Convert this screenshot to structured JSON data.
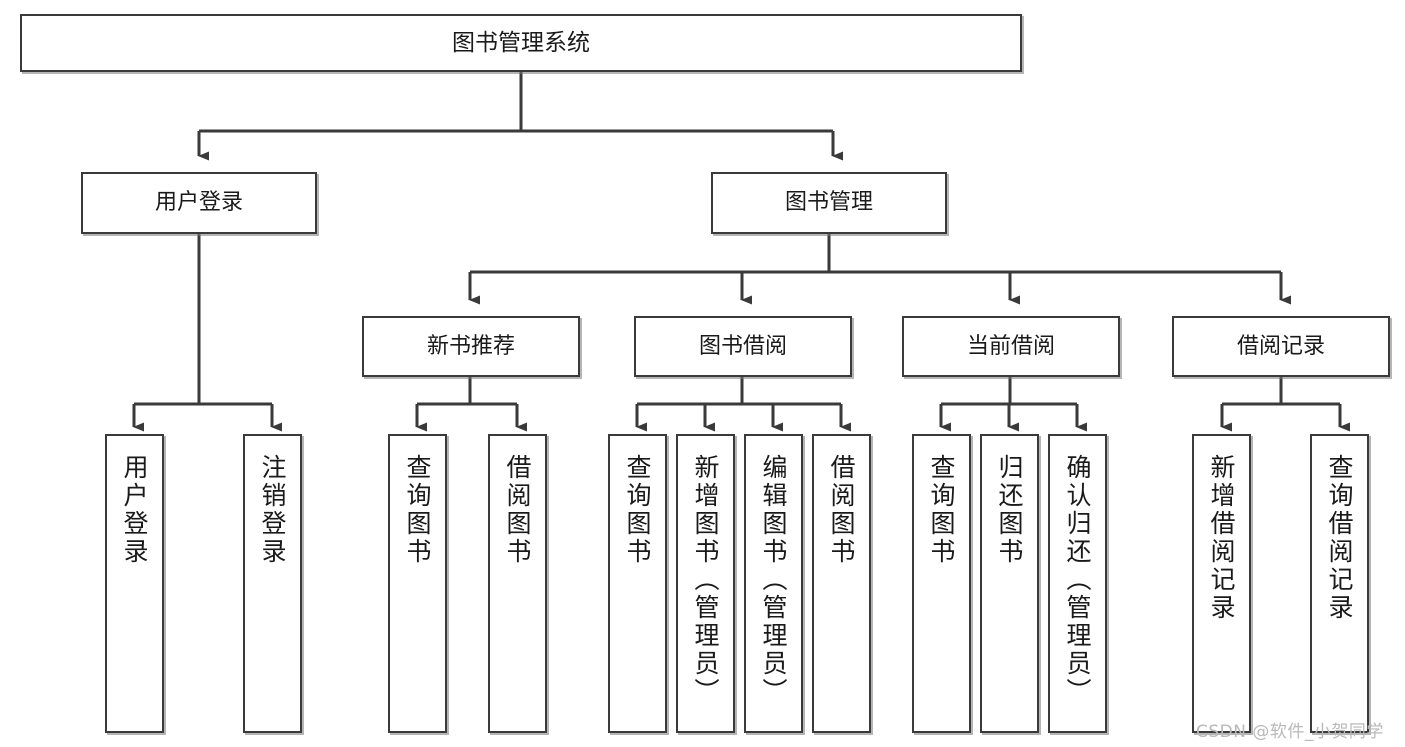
{
  "diagram": {
    "title": "图书管理系统",
    "type": "tree-hierarchy-chart",
    "root": {
      "id": "root",
      "label": "图书管理系统"
    },
    "level2": [
      {
        "id": "user-login",
        "label": "用户登录"
      },
      {
        "id": "book-manage",
        "label": "图书管理"
      }
    ],
    "level3": [
      {
        "id": "new-book-recommend",
        "label": "新书推荐"
      },
      {
        "id": "book-borrow",
        "label": "图书借阅"
      },
      {
        "id": "current-borrow",
        "label": "当前借阅"
      },
      {
        "id": "borrow-record",
        "label": "借阅记录"
      }
    ],
    "leaves": {
      "user_login": [
        {
          "id": "leaf-user-login",
          "label": "用户登录"
        },
        {
          "id": "leaf-user-logout",
          "label": "注销登录"
        }
      ],
      "new_book_recommend": [
        {
          "id": "leaf-query-book-1",
          "label": "查询图书"
        },
        {
          "id": "leaf-borrow-book-1",
          "label": "借阅图书"
        }
      ],
      "book_borrow": [
        {
          "id": "leaf-query-book-2",
          "label": "查询图书"
        },
        {
          "id": "leaf-add-book",
          "label": "新增图书（管理员）"
        },
        {
          "id": "leaf-edit-book",
          "label": "编辑图书（管理员）"
        },
        {
          "id": "leaf-borrow-book-2",
          "label": "借阅图书"
        }
      ],
      "current_borrow": [
        {
          "id": "leaf-query-book-3",
          "label": "查询图书"
        },
        {
          "id": "leaf-return-book",
          "label": "归还图书"
        },
        {
          "id": "leaf-confirm-return",
          "label": "确认归还（管理员）"
        }
      ],
      "borrow_record": [
        {
          "id": "leaf-add-record",
          "label": "新增借阅记录"
        },
        {
          "id": "leaf-query-record",
          "label": "查询借阅记录"
        }
      ]
    },
    "colors": {
      "border": "#3a3a3a",
      "fill": "#ffffff",
      "text": "#1a1a1a",
      "edge": "#3a3a3a",
      "watermark": "#b9b9b9"
    }
  },
  "watermark": {
    "text": "CSDN @软件_小贺同学"
  }
}
